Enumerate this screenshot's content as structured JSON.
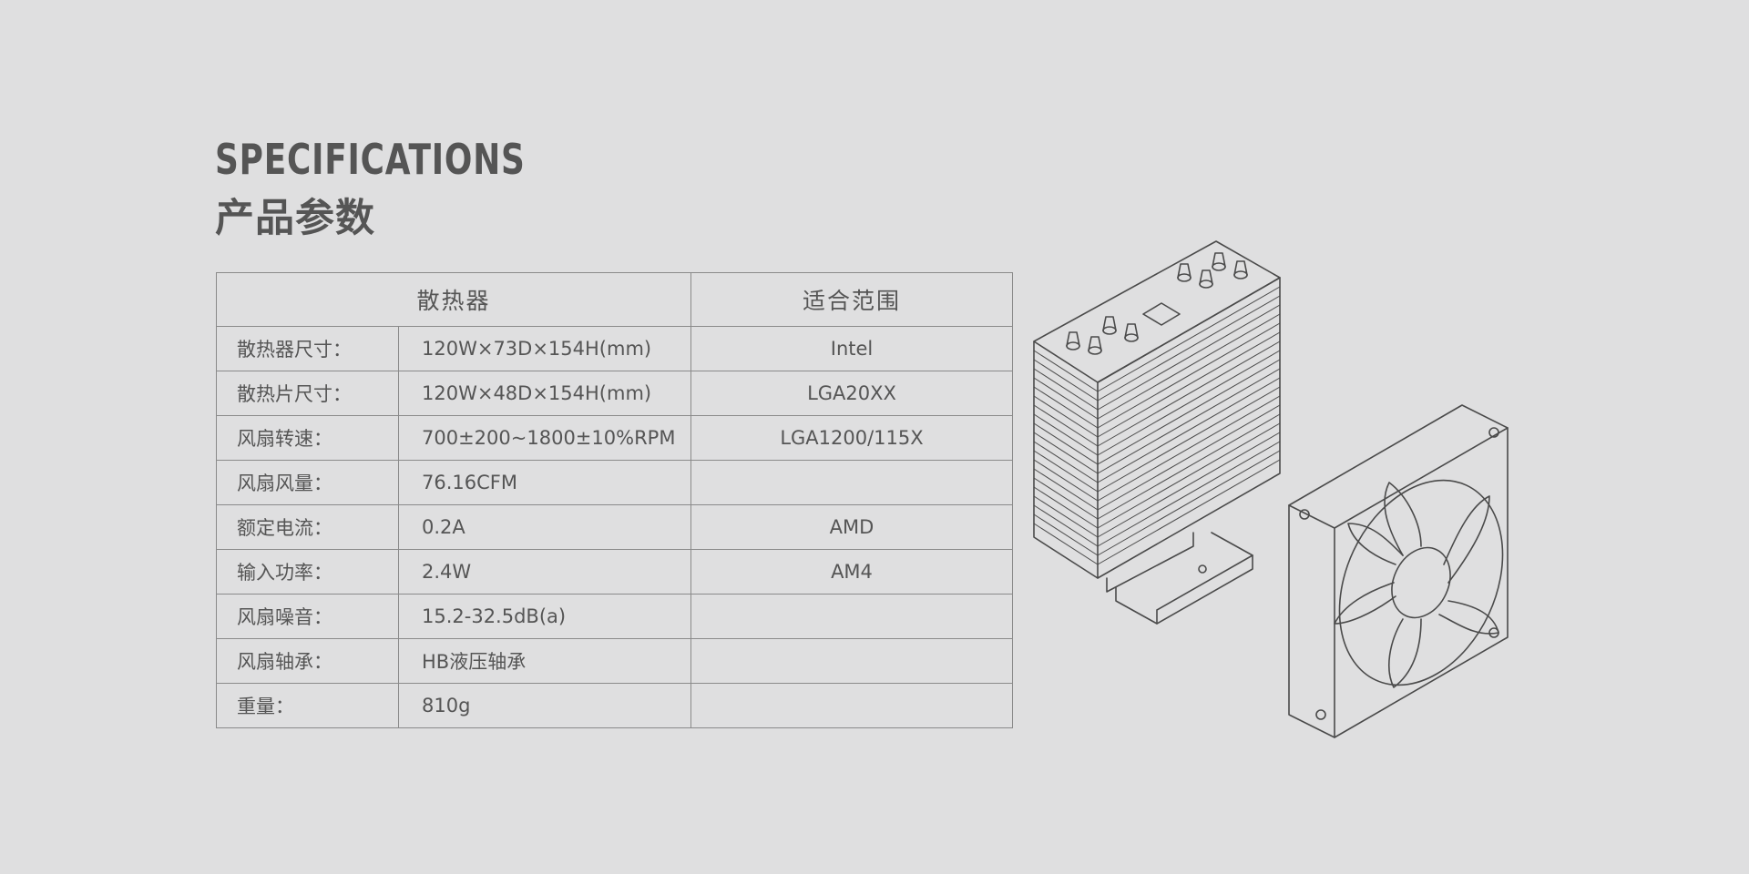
{
  "header": {
    "title_en": "SPECIFICATIONS",
    "title_cn": "产品参数"
  },
  "table": {
    "headers": [
      "散热器",
      "适合范围"
    ],
    "rows": [
      {
        "name": "散热器尺寸：",
        "value": "120W×73D×154H(mm)",
        "fit": "Intel"
      },
      {
        "name": "散热片尺寸：",
        "value": "120W×48D×154H(mm)",
        "fit": "LGA20XX"
      },
      {
        "name": "风扇转速：",
        "value": "700±200~1800±10%RPM",
        "fit": "LGA1200/115X"
      },
      {
        "name": "风扇风量：",
        "value": "76.16CFM",
        "fit": ""
      },
      {
        "name": "额定电流：",
        "value": "0.2A",
        "fit": "AMD"
      },
      {
        "name": "输入功率：",
        "value": "2.4W",
        "fit": "AM4"
      },
      {
        "name": "风扇噪音：",
        "value": "15.2-32.5dB(a)",
        "fit": ""
      },
      {
        "name": "风扇轴承：",
        "value": "HB液压轴承",
        "fit": ""
      },
      {
        "name": "重量：",
        "value": "810g",
        "fit": ""
      }
    ]
  },
  "illustration": {
    "items": [
      "heatsink-drawing",
      "fan-drawing"
    ],
    "line_color": "#4a4a4a"
  }
}
